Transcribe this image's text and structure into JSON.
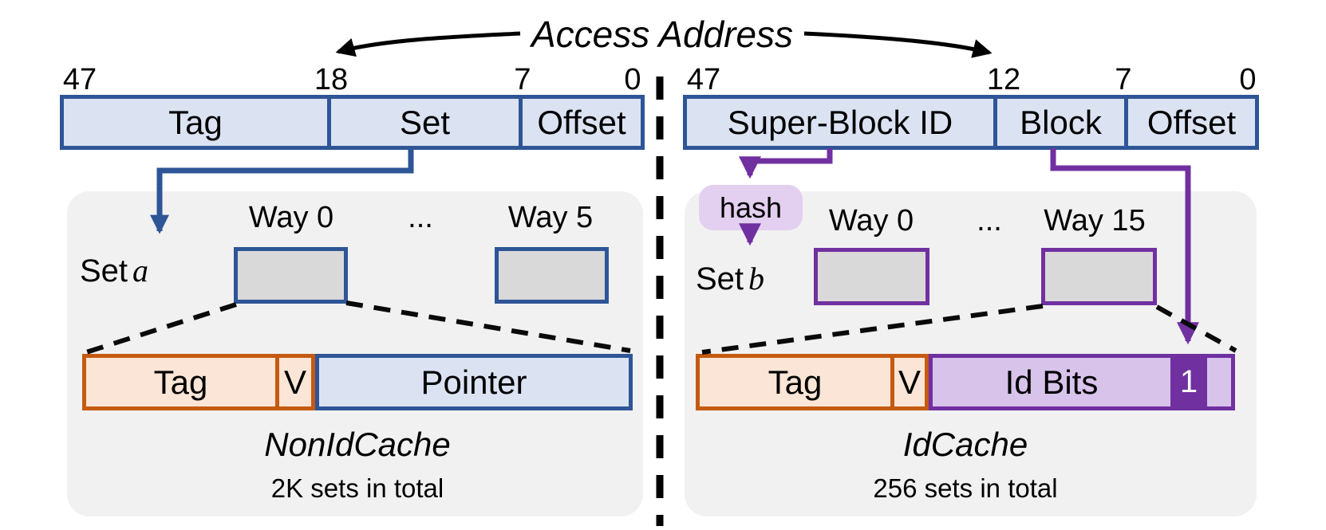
{
  "title": "Access Address",
  "left": {
    "bits": [
      "47",
      "18",
      "7",
      "0"
    ],
    "fields": {
      "tag": "Tag",
      "set": "Set",
      "offset": "Offset"
    },
    "way_first": "Way 0",
    "way_ellipsis": "...",
    "way_last": "Way 5",
    "set_prefix": "Set",
    "set_index": "a",
    "entry": {
      "tag": "Tag",
      "valid": "V",
      "pointer": "Pointer"
    },
    "cache_name": "NonIdCache",
    "sets_total": "2K sets in total"
  },
  "right": {
    "bits": [
      "47",
      "12",
      "7",
      "0"
    ],
    "fields": {
      "super_block": "Super-Block ID",
      "block": "Block",
      "offset": "Offset"
    },
    "hash": "hash",
    "way_first": "Way 0",
    "way_ellipsis": "...",
    "way_last": "Way 15",
    "set_prefix": "Set",
    "set_index": "b",
    "entry": {
      "tag": "Tag",
      "valid": "V",
      "id_bits": "Id Bits",
      "present_bit": "1"
    },
    "cache_name": "IdCache",
    "sets_total": "256 sets in total"
  },
  "colors": {
    "address_fill": "#dbe3f3",
    "address_border": "#2e5596",
    "tag_fill": "#fbe5d6",
    "tag_border": "#c55a11",
    "purple": "#7030a0",
    "purple_light": "#d8c3eb",
    "hash_fill": "#e3cff0",
    "panel_gray": "#f1f1f1",
    "way_fill": "#d9d9d9",
    "line_black": "#000000"
  }
}
